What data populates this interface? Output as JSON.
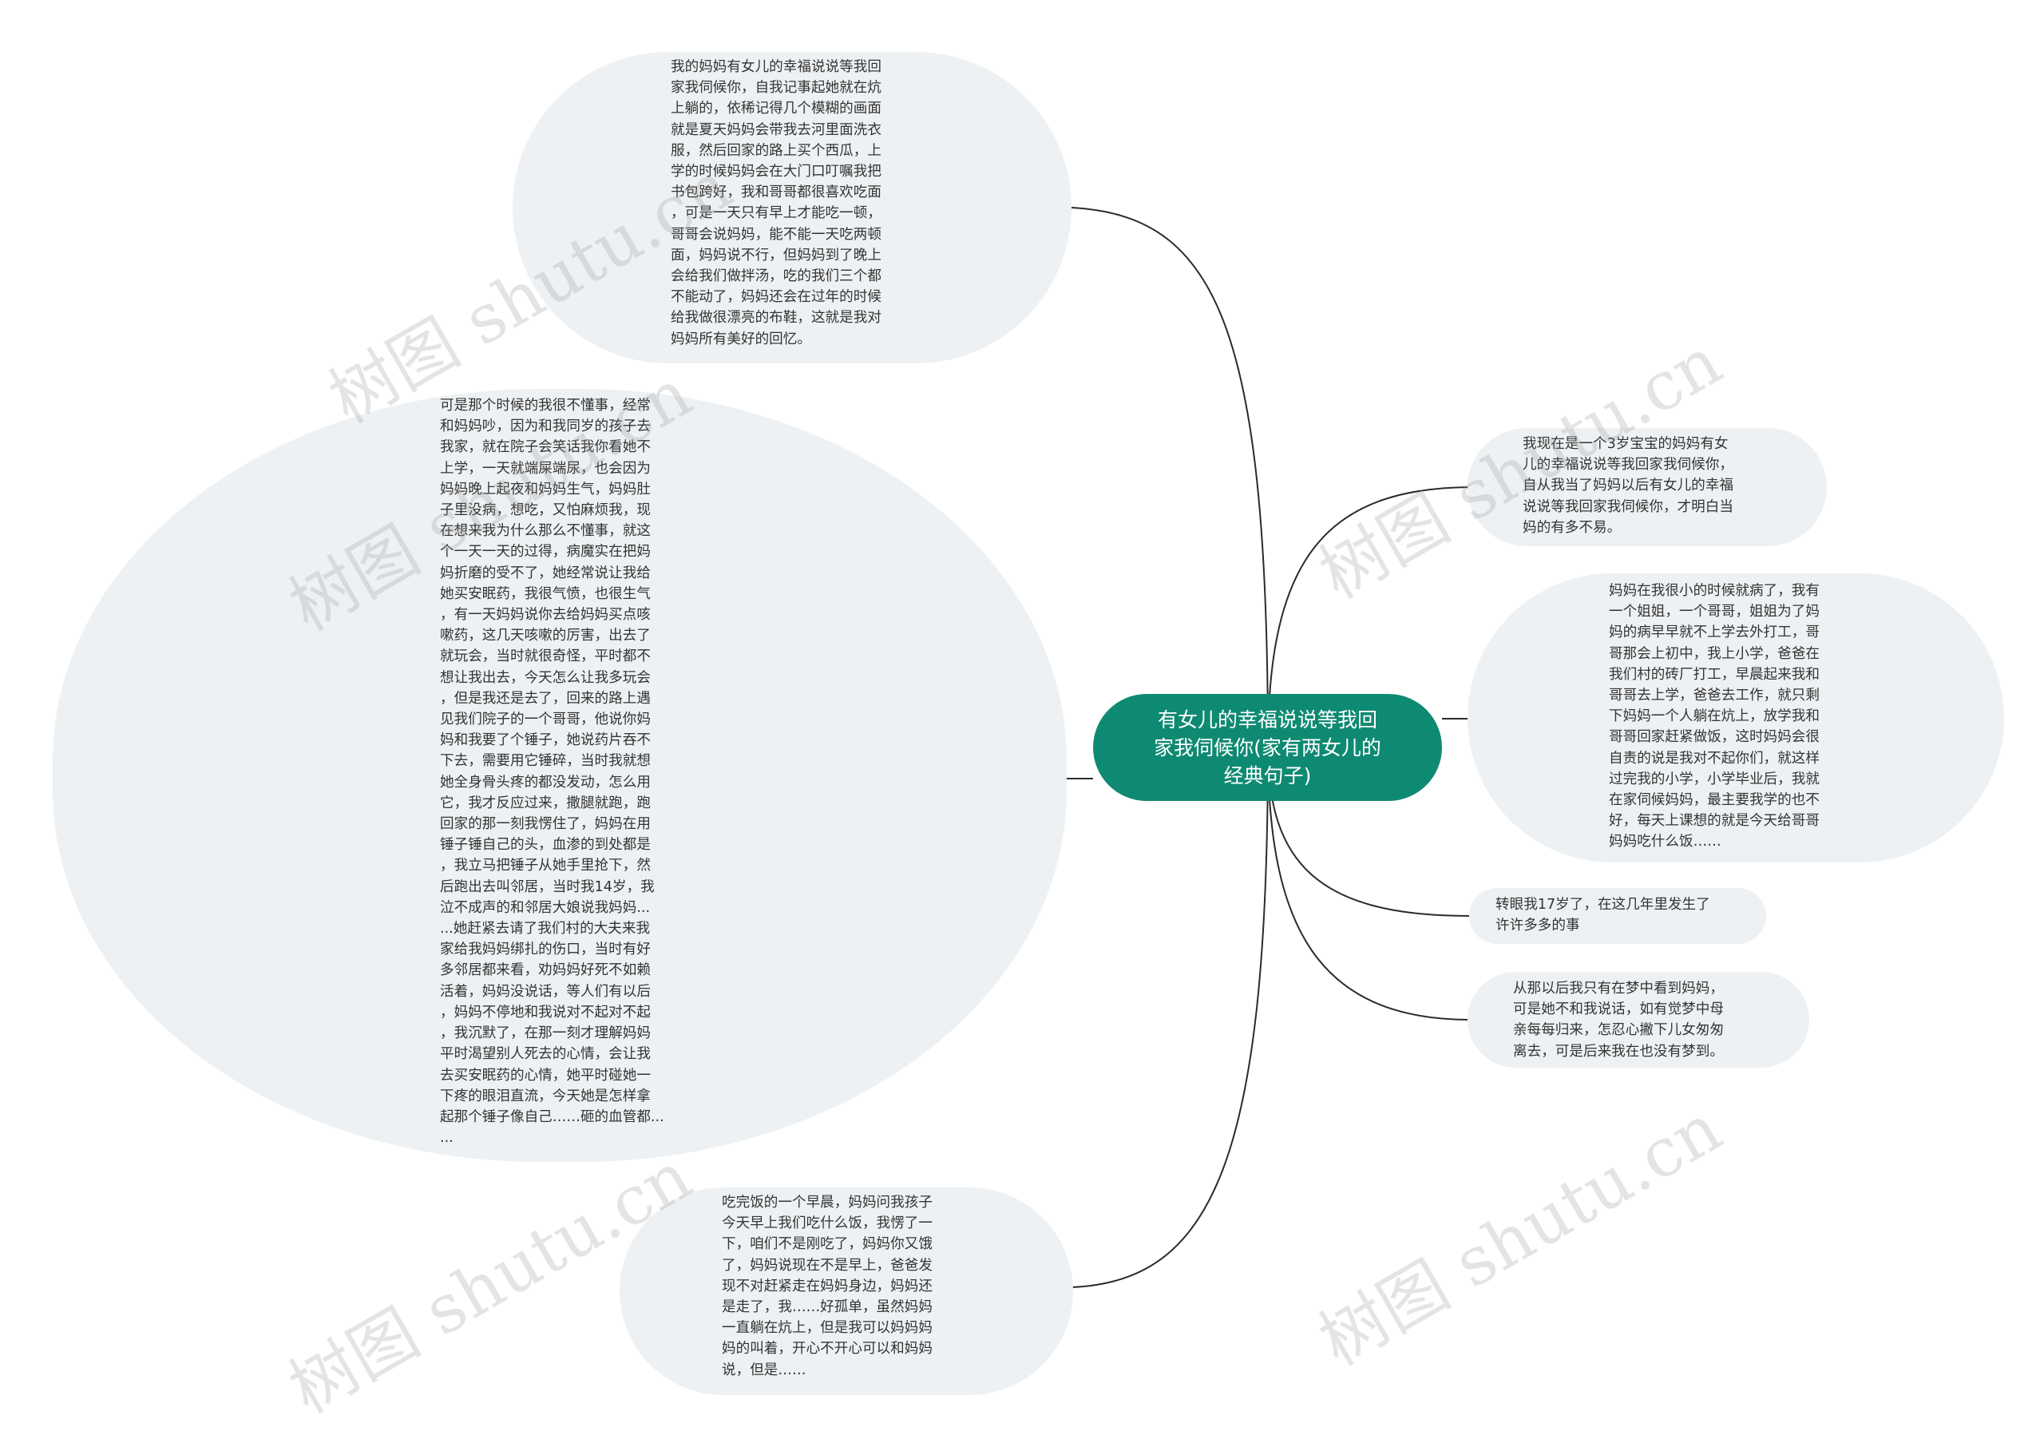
{
  "colors": {
    "center_fill": "#0f8a72",
    "node_fill": "#eef1f3",
    "edge": "#2b2b2b",
    "text": "#333333"
  },
  "center": {
    "text": "有女儿的幸福说说等我回\n家我伺候你(家有两女儿的\n经典句子)"
  },
  "branches": [
    {
      "id": "top",
      "text": "我的妈妈有女儿的幸福说说等我回\n家我伺候你，自我记事起她就在炕\n上躺的，依稀记得几个模糊的画面\n就是夏天妈妈会带我去河里面洗衣\n服，然后回家的路上买个西瓜，上\n学的时候妈妈会在大门口叮嘱我把\n书包跨好，我和哥哥都很喜欢吃面\n，可是一天只有早上才能吃一顿，\n哥哥会说妈妈，能不能一天吃两顿\n面，妈妈说不行，但妈妈到了晚上\n会给我们做拌汤，吃的我们三个都\n不能动了，妈妈还会在过年的时候\n给我做很漂亮的布鞋，这就是我对\n妈妈所有美好的回忆。"
    },
    {
      "id": "big",
      "text": "可是那个时候的我很不懂事，经常\n和妈妈吵，因为和我同岁的孩子去\n我家，就在院子会笑话我你看她不\n上学，一天就端屎端尿，也会因为\n妈妈晚上起夜和妈妈生气，妈妈肚\n子里没病，想吃，又怕麻烦我，现\n在想来我为什么那么不懂事，就这\n个一天一天的过得，病魔实在把妈\n妈折磨的受不了，她经常说让我给\n她买安眠药，我很气愤，也很生气\n，有一天妈妈说你去给妈妈买点咳\n嗽药，这几天咳嗽的厉害，出去了\n就玩会，当时就很奇怪，平时都不\n想让我出去，今天怎么让我多玩会\n，但是我还是去了，回来的路上遇\n见我们院子的一个哥哥，他说你妈\n妈和我要了个锤子，她说药片吞不\n下去，需要用它锤碎，当时我就想\n她全身骨头疼的都没发动，怎么用\n它，我才反应过来，撒腿就跑，跑\n回家的那一刻我愣住了，妈妈在用\n锤子锤自己的头，血渗的到处都是\n，我立马把锤子从她手里抢下，然\n后跑出去叫邻居，当时我14岁，我\n泣不成声的和邻居大娘说我妈妈...\n...她赶紧去请了我们村的大夫来我\n家给我妈妈绑扎的伤口，当时有好\n多邻居都来看，劝妈妈好死不如赖\n活着，妈妈没说话，等人们有以后\n，妈妈不停地和我说对不起对不起\n，我沉默了，在那一刻才理解妈妈\n平时渴望别人死去的心情，会让我\n去买安眠药的心情，她平时碰她一\n下疼的眼泪直流，今天她是怎样拿\n起那个锤子像自己……砸的血管都...\n..."
    },
    {
      "id": "bottom",
      "text": "吃完饭的一个早晨，妈妈问我孩子\n今天早上我们吃什么饭，我愣了一\n下，咱们不是刚吃了，妈妈你又饿\n了，妈妈说现在不是早上，爸爸发\n现不对赶紧走在妈妈身边，妈妈还\n是走了，我……好孤单，虽然妈妈\n一直躺在炕上，但是我可以妈妈妈\n妈的叫着，开心不开心可以和妈妈\n说，但是……"
    },
    {
      "id": "r1",
      "text": "我现在是一个3岁宝宝的妈妈有女\n儿的幸福说说等我回家我伺候你，\n自从我当了妈妈以后有女儿的幸福\n说说等我回家我伺候你，才明白当\n妈的有多不易。"
    },
    {
      "id": "r2",
      "text": "妈妈在我很小的时候就病了，我有\n一个姐姐，一个哥哥，姐姐为了妈\n妈的病早早就不上学去外打工，哥\n哥那会上初中，我上小学，爸爸在\n我们村的砖厂打工，早晨起来我和\n哥哥去上学，爸爸去工作，就只剩\n下妈妈一个人躺在炕上，放学我和\n哥哥回家赶紧做饭，这时妈妈会很\n自责的说是我对不起你们，就这样\n过完我的小学，小学毕业后，我就\n在家伺候妈妈，最主要我学的也不\n好，每天上课想的就是今天给哥哥\n妈妈吃什么饭……"
    },
    {
      "id": "r3",
      "text": "转眼我17岁了，在这几年里发生了\n许许多多的事"
    },
    {
      "id": "r4",
      "text": "从那以后我只有在梦中看到妈妈，\n可是她不和我说话，如有觉梦中母\n亲每每归来，怎忍心撇下儿女匆匆\n离去，可是后来我在也没有梦到。"
    }
  ],
  "watermarks": [
    "树图 shutu.cn",
    "树图 shutu.cn",
    "树图 shutu.cn",
    "树图 shutu.cn",
    "树图 shutu.cn"
  ]
}
